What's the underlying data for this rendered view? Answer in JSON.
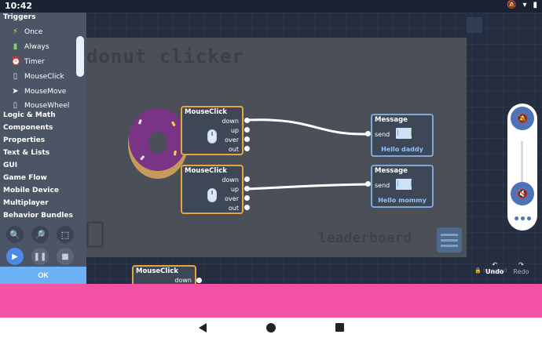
{
  "status": {
    "time": "10:42"
  },
  "sidebar": {
    "triggers_label": "Triggers",
    "triggers": [
      {
        "label": "Once",
        "icon": "lightning-icon"
      },
      {
        "label": "Always",
        "icon": "battery-icon"
      },
      {
        "label": "Timer",
        "icon": "clock-icon"
      },
      {
        "label": "MouseClick",
        "icon": "mouse-icon"
      },
      {
        "label": "MouseMove",
        "icon": "cursor-icon"
      },
      {
        "label": "MouseWheel",
        "icon": "mouse-icon"
      }
    ],
    "categories": [
      "Logic & Math",
      "Components",
      "Properties",
      "Text & Lists",
      "GUI",
      "Game Flow",
      "Mobile Device",
      "Multiplayer",
      "Behavior Bundles"
    ],
    "ok_label": "OK"
  },
  "stage": {
    "title": "donut clicker",
    "leaderboard": "leaderboard"
  },
  "nodes": {
    "click1": {
      "title": "MouseClick",
      "ports": [
        "down",
        "up",
        "over",
        "out"
      ]
    },
    "click2": {
      "title": "MouseClick",
      "ports": [
        "down",
        "up",
        "over",
        "out"
      ]
    },
    "click3": {
      "title": "MouseClick",
      "ports": [
        "down"
      ]
    },
    "msg1": {
      "title": "Message",
      "send": "send",
      "text": "Hello daddy"
    },
    "msg2": {
      "title": "Message",
      "send": "send",
      "text": "Hello mommy"
    }
  },
  "toolbar": {
    "undo": "Undo",
    "redo": "Redo",
    "locked_text": "is locked"
  },
  "colors": {
    "trigger_border": "#e6a540",
    "message_border": "#7ea7dc",
    "accent_blue": "#4d8ae8",
    "pink": "#f352a5"
  }
}
